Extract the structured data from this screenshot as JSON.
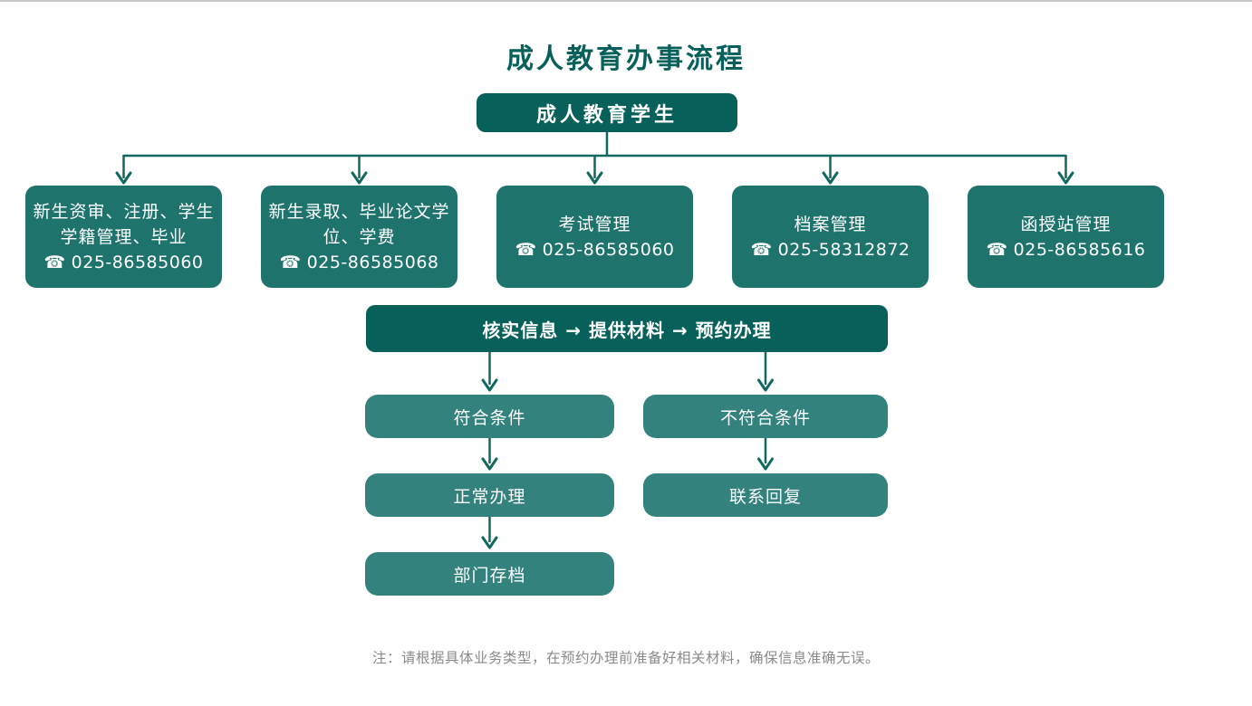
{
  "title": "成人教育办事流程",
  "root_box": {
    "label": "成人教育学生"
  },
  "departments": [
    {
      "line1": "新生资审、注册、学生",
      "line2": "学籍管理、毕业",
      "phone": "025-86585060"
    },
    {
      "line1": "新生录取、毕业论文学",
      "line2": "位、学费",
      "phone": "025-86585068"
    },
    {
      "line1": "考试管理",
      "phone": "025-86585060"
    },
    {
      "line1": "档案管理",
      "phone": "025-58312872"
    },
    {
      "line1": "函授站管理",
      "phone": "025-86585616"
    }
  ],
  "process_box": {
    "label": "核实信息 → 提供材料 → 预约办理"
  },
  "flow": {
    "left": [
      {
        "label": "符合条件"
      },
      {
        "label": "正常办理"
      },
      {
        "label": "部门存档"
      }
    ],
    "right": [
      {
        "label": "不符合条件"
      },
      {
        "label": "联系回复"
      }
    ]
  },
  "note": "注：请根据具体业务类型，在预约办理前准备好相关材料，确保信息准确无误。",
  "icons": {
    "phone": "☎"
  },
  "colors": {
    "dark_teal": "#07615A",
    "medium_teal": "#1E736C",
    "light_teal": "#33827E",
    "connector": "#10695F",
    "note_gray": "#8A8A8A",
    "top_border": "#C9C9C9"
  }
}
